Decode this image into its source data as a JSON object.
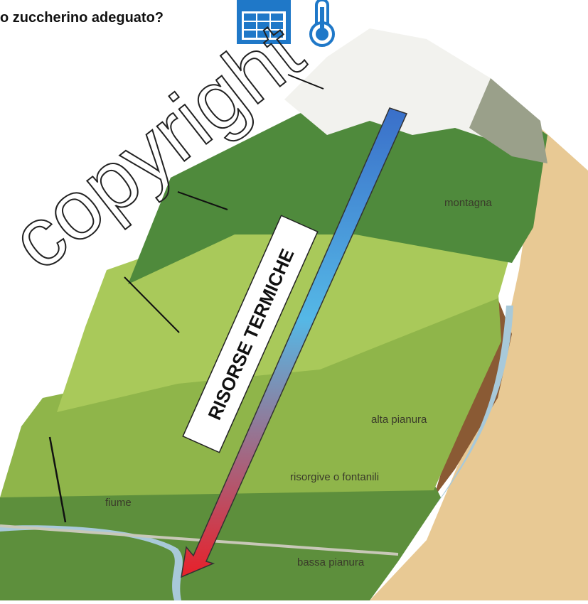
{
  "header": {
    "question": "o zuccherino adeguato?",
    "icons": [
      "calendar-icon",
      "thermometer-icon"
    ]
  },
  "arrow": {
    "label": "RISORSE TERMICHE",
    "colors": {
      "top": "#3a6fc9",
      "middle": "#55b8e6",
      "bottom": "#e8202a"
    }
  },
  "terrain_labels": {
    "montagna": "montagna",
    "alta_pianura": "alta pianura",
    "risorgive": "risorgive o fontanili",
    "fiume": "fiume",
    "bassa_pianura": "bassa pianura"
  },
  "watermark": "copyright",
  "colors": {
    "snow": "#f2f2ee",
    "mountain_green": "#4f8a3c",
    "hill_green": "#a9c95a",
    "plain_green": "#7faa44",
    "low_plain": "#5d8f3c",
    "soil_side": "#e8c994",
    "river": "#a8c9d9",
    "icon_blue": "#1f78c8"
  }
}
